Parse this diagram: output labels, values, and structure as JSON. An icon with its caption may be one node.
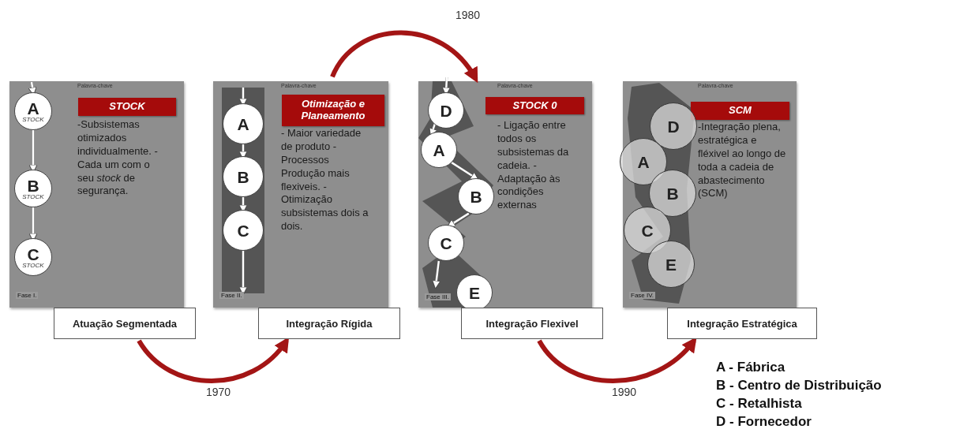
{
  "diagram": {
    "nodes": [
      {
        "text": [
          "Palavra-chave",
          "-Subsistemas otimizados individualmente. -Cada um com o seu *stock* de segurança.",
          "Fase I."
        ]
      },
      {
        "text": [
          "STOCK"
        ],
        "in": 0
      },
      {
        "text": [
          "A",
          "STOCK"
        ],
        "in": 0
      },
      {
        "text": [
          "B",
          "STOCK"
        ],
        "in": 0
      },
      {
        "text": [
          "C",
          "STOCK"
        ],
        "in": 0
      },
      {
        "text": [
          "Atuação Segmentada"
        ]
      },
      {
        "text": [
          "Palavra-chave",
          "- Maior variedade de produto -Processos Produção mais flexiveis. -Otimização subsistemas dois a dois.",
          "Fase II."
        ]
      },
      {
        "text": [
          "Otimização e Planeamento"
        ],
        "in": 6
      },
      {
        "text": [
          "A"
        ],
        "in": 6
      },
      {
        "text": [
          "B"
        ],
        "in": 6
      },
      {
        "text": [
          "C"
        ],
        "in": 6
      },
      {
        "text": [
          "Integração Rígida"
        ]
      },
      {
        "text": [
          "Palavra-chave",
          "- Ligação entre todos os subsistemas da cadeia. - Adaptação às condições externas",
          "Fase III."
        ]
      },
      {
        "text": [
          "STOCK 0"
        ],
        "in": 12
      },
      {
        "text": [
          "D"
        ],
        "in": 12
      },
      {
        "text": [
          "A"
        ],
        "in": 12
      },
      {
        "text": [
          "B"
        ],
        "in": 12
      },
      {
        "text": [
          "C"
        ],
        "in": 12
      },
      {
        "text": [
          "E"
        ],
        "in": 12
      },
      {
        "text": [
          "Integração Flexivel"
        ]
      },
      {
        "text": [
          "Palavra-chave",
          "-Integração plena, estratégica e fléxivel ao longo de toda a cadeia de abastecimento (SCM)",
          "Fase IV."
        ]
      },
      {
        "text": [
          "SCM"
        ],
        "in": 20
      },
      {
        "text": [
          "D"
        ],
        "in": 20
      },
      {
        "text": [
          "A"
        ],
        "in": 20
      },
      {
        "text": [
          "B"
        ],
        "in": 20
      },
      {
        "text": [
          "C"
        ],
        "in": 20
      },
      {
        "text": [
          "E"
        ],
        "in": 20
      },
      {
        "text": [
          "Integração Estratégica"
        ]
      }
    ],
    "edges": [
      {
        "from": 5,
        "to": 11,
        "arrow": "to",
        "label": "1970",
        "style": "thick",
        "color": "#a31515"
      },
      {
        "from": 6,
        "to": 12,
        "arrow": "to",
        "label": "1980",
        "style": "thick",
        "color": "#a31515"
      },
      {
        "from": 19,
        "to": 27,
        "arrow": "to",
        "label": "1990",
        "style": "thick",
        "color": "#a31515"
      },
      {
        "from": null,
        "to": 2,
        "arrow": "to"
      },
      {
        "from": 2,
        "to": 3,
        "arrow": "to"
      },
      {
        "from": 3,
        "to": 4,
        "arrow": "to"
      },
      {
        "from": null,
        "to": 8,
        "arrow": "to"
      },
      {
        "from": 8,
        "to": 9,
        "arrow": "to"
      },
      {
        "from": 9,
        "to": 10,
        "arrow": "to"
      },
      {
        "from": 10,
        "to": null,
        "arrow": "to"
      },
      {
        "from": null,
        "to": 14,
        "arrow": "to"
      },
      {
        "from": 14,
        "to": 15,
        "arrow": "to"
      },
      {
        "from": 15,
        "to": 16,
        "arrow": "to"
      },
      {
        "from": 16,
        "to": 17,
        "arrow": "to"
      },
      {
        "from": 17,
        "to": null,
        "arrow": "to"
      }
    ],
    "labels": [
      "A - Fábrica",
      "B - Centro de Distribuição",
      "C - Retalhista",
      "D - Fornecedor"
    ]
  }
}
